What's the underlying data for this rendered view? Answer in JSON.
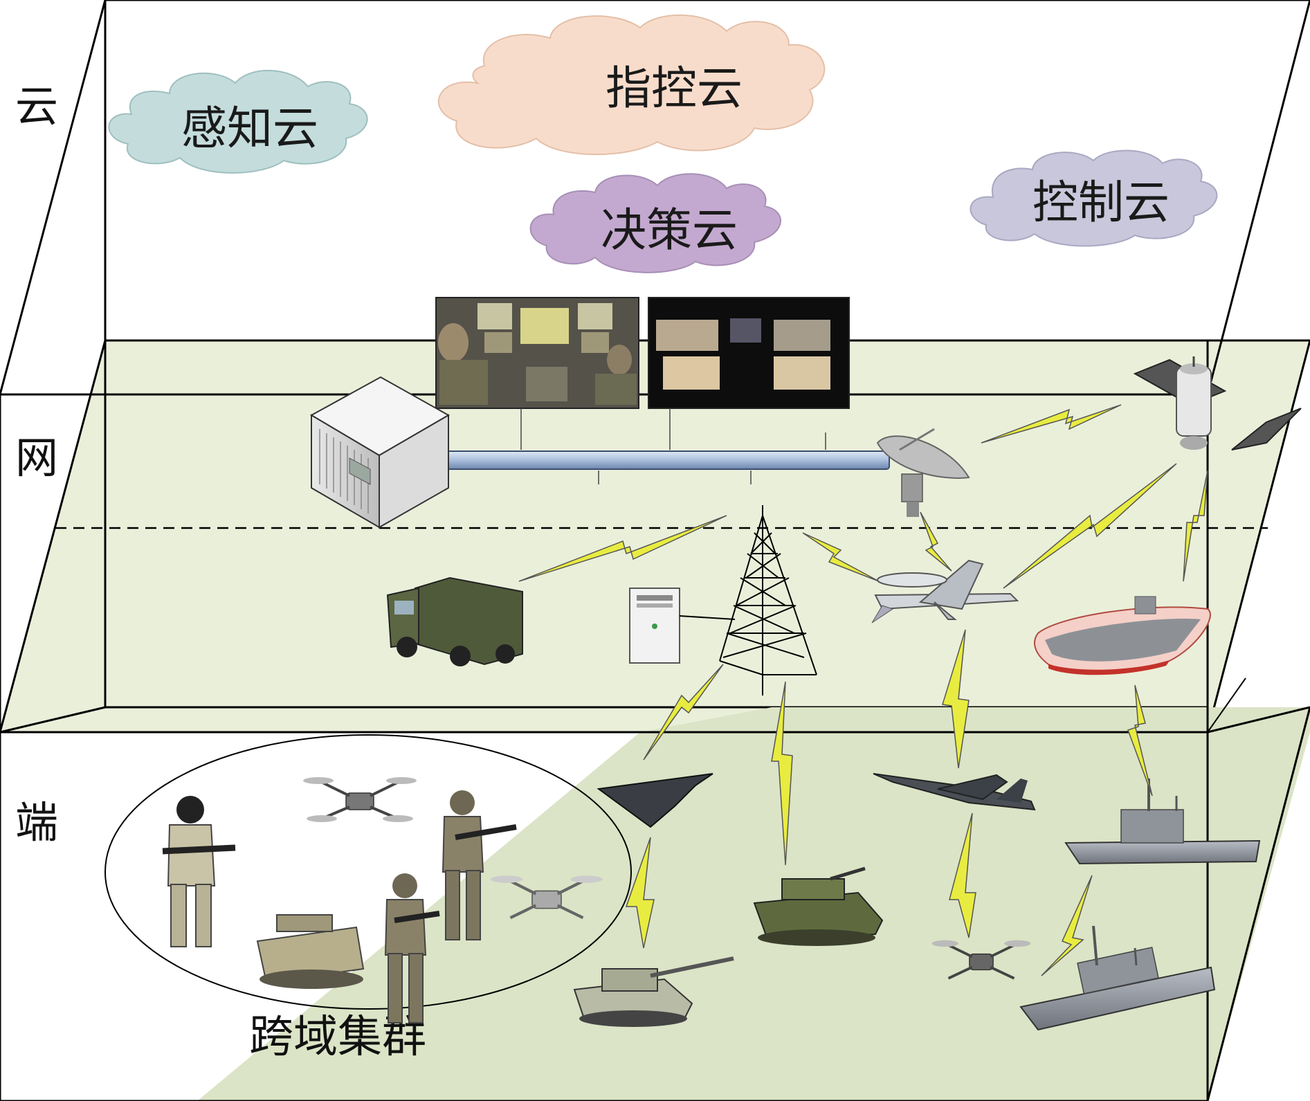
{
  "layers": {
    "cloud": "云",
    "network": "网",
    "terminal": "端"
  },
  "clouds": {
    "perception": "感知云",
    "command": "指控云",
    "decision": "决策云",
    "control": "控制云"
  },
  "cluster_label": "跨域集群",
  "colors": {
    "net_plane": "#eaefda",
    "ground_plane": "#dbe4c6",
    "perception_cloud": "#c4dcdc",
    "command_cloud": "#f8dccb",
    "decision_cloud": "#c3a9cf",
    "control_cloud": "#c8c7db",
    "link_bolt": "#e8ec40",
    "cable": "#a9bedc"
  },
  "icons": [
    "server-icon",
    "command-room-image",
    "display-wall-image",
    "satellite-dish-icon",
    "satellite-icon",
    "radio-tower-icon",
    "armored-truck-icon",
    "server-tower-icon",
    "awacs-aircraft-icon",
    "aircraft-carrier-icon",
    "stealth-bomber-icon",
    "fighter-jet-icon",
    "tank-icon",
    "howitzer-icon",
    "drone-icon",
    "destroyer-icon",
    "soldier-icon",
    "ugv-icon"
  ]
}
